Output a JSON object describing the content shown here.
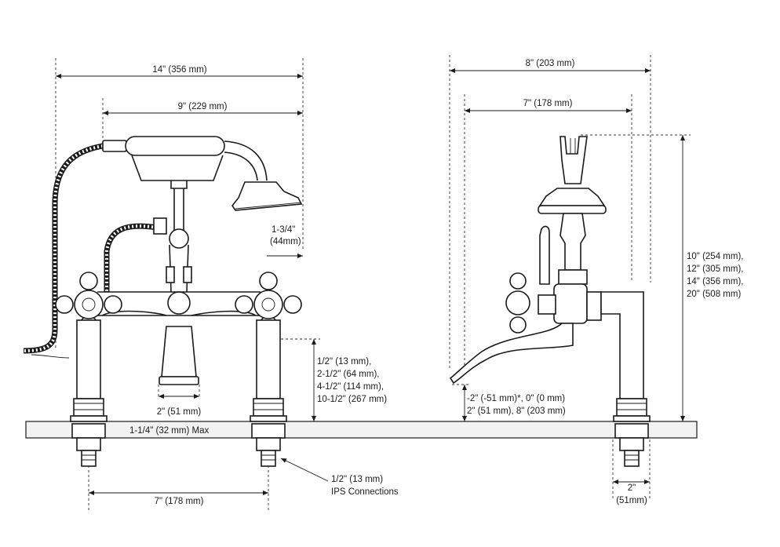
{
  "front_view": {
    "overall_width": "14\" (356 mm)",
    "handshower_width": "9\" (229 mm)",
    "handle_offset_a": "1-3/4\"",
    "handle_offset_b": "(44mm)",
    "spout_opening": "2\" (51 mm)",
    "leg_heights": [
      "1/2\" (13 mm),",
      "2-1/2\" (64 mm),",
      "4-1/2\" (114 mm),",
      "10-1/2\" (267 mm)"
    ],
    "deck_thickness": "1-1/4\" (32 mm) Max",
    "centers": "7\" (178 mm)",
    "connections_a": "1/2\" (13 mm)",
    "connections_b": "IPS Connections"
  },
  "side_view": {
    "overall_depth": "8\" (203 mm)",
    "spout_reach": "7\" (178 mm)",
    "heights": [
      "10\" (254 mm),",
      "12\" (305 mm),",
      "14\" (356 mm),",
      "20\" (508 mm)"
    ],
    "spout_drop_a": "-2\" (-51 mm)*, 0\" (0 mm)",
    "spout_drop_b": "2\" (51 mm), 8\" (203 mm)",
    "base_width_a": "2\"",
    "base_width_b": "(51mm)"
  }
}
